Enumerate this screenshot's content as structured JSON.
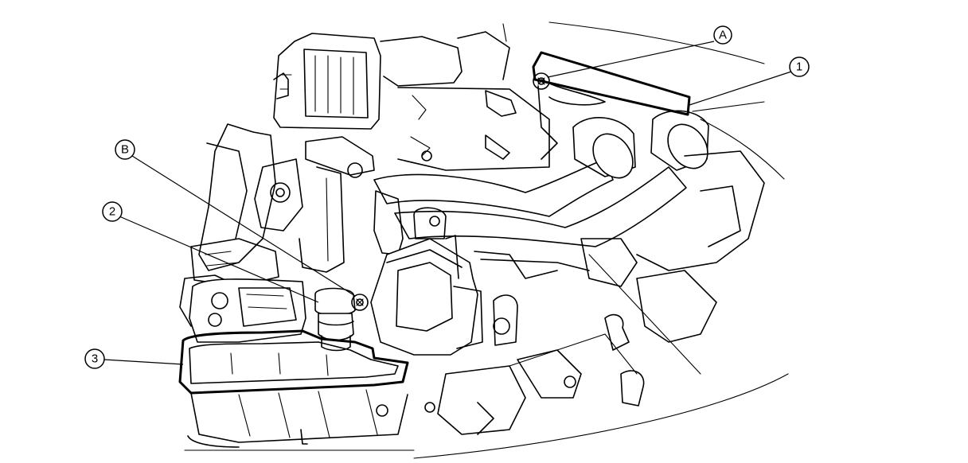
{
  "callouts": {
    "A": {
      "label": "A",
      "type": "letter"
    },
    "B": {
      "label": "B",
      "type": "letter"
    },
    "n1": {
      "label": "1",
      "type": "number"
    },
    "n2": {
      "label": "2",
      "type": "number"
    },
    "n3": {
      "label": "3",
      "type": "number"
    }
  }
}
